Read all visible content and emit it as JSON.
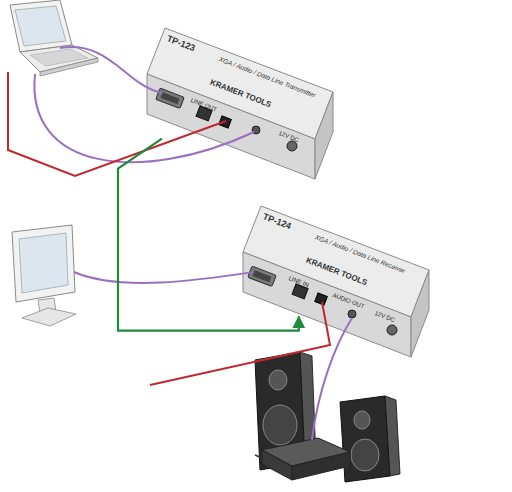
{
  "diagram": {
    "nodes": [
      {
        "text": [
          "TP-123",
          "KRAMER TOOLS",
          "XGA / Audio / Data Line Transmitter"
        ]
      },
      {
        "text": [
          "TP-124",
          "KRAMER TOOLS",
          "XGA / Audio / Data Line Receiver"
        ]
      }
    ],
    "edges": [
      {
        "from": 0,
        "to": 1,
        "arrow": "to"
      }
    ],
    "labels": [
      "LINE OUT",
      "12V DC",
      "LINE IN",
      "AUDIO OUT",
      "12V DC"
    ]
  }
}
